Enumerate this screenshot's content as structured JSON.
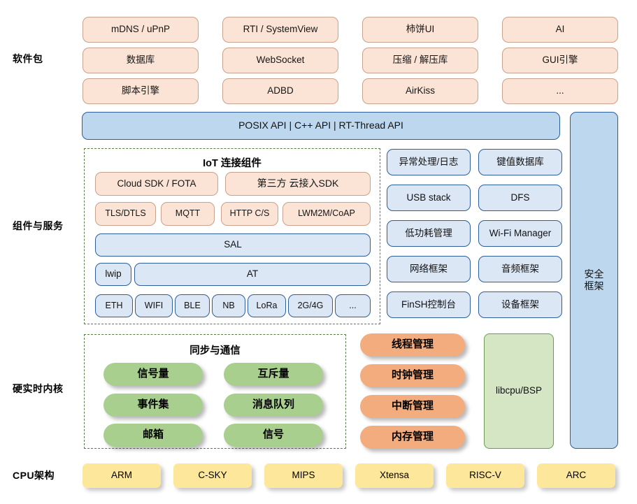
{
  "diagram": {
    "title": "RT-Thread Architecture Stack",
    "colors": {
      "peach": "#fbe3d5",
      "light_blue": "#dce7f5",
      "medium_blue": "#bdd7ee",
      "green_pill": "#a9cf8f",
      "orange_pill": "#f2ac7d",
      "green_rect": "#d4e6c3",
      "yellow": "#fce79a",
      "dash_border": "#5b7b4a"
    }
  },
  "row_labels": {
    "software_packages": "软件包",
    "components_services": "组件与服务",
    "hard_realtime_kernel": "硬实时内核",
    "cpu_arch": "CPU架构"
  },
  "software_packages": {
    "columns": [
      [
        "mDNS / uPnP",
        "数据库",
        "脚本引擎"
      ],
      [
        "RTI / SystemView",
        "WebSocket",
        "ADBD"
      ],
      [
        "柿饼UI",
        "压缩 / 解压库",
        "AirKiss"
      ],
      [
        "AI",
        "GUI引擎",
        "..."
      ]
    ]
  },
  "api_bar": {
    "label": "POSIX API  |  C++ API  |  RT-Thread API"
  },
  "security_framework": {
    "label": "安全\n框架",
    "line1": "安全",
    "line2": "框架"
  },
  "iot_group": {
    "title": "IoT 连接组件",
    "row1": [
      "Cloud SDK / FOTA",
      "第三方 云接入SDK"
    ],
    "row2": [
      "TLS/DTLS",
      "MQTT",
      "HTTP C/S",
      "LWM2M/CoAP"
    ],
    "sal": "SAL",
    "lwip": "lwip",
    "at": "AT",
    "links": [
      "ETH",
      "WIFI",
      "BLE",
      "NB",
      "LoRa",
      "2G/4G",
      "..."
    ]
  },
  "components_services": {
    "left_column": [
      "异常处理/日志",
      "USB stack",
      "低功耗管理",
      "网络框架",
      "FinSH控制台"
    ],
    "right_column": [
      "键值数据库",
      "DFS",
      "Wi-Fi Manager",
      "音频框架",
      "设备框架"
    ]
  },
  "kernel": {
    "ipc_group_title": "同步与通信",
    "ipc_left": [
      "信号量",
      "事件集",
      "邮箱"
    ],
    "ipc_right": [
      "互斥量",
      "消息队列",
      "信号"
    ],
    "management": [
      "线程管理",
      "时钟管理",
      "中断管理",
      "内存管理"
    ],
    "libcpu": "libcpu/BSP"
  },
  "cpu_arch": {
    "items": [
      "ARM",
      "C-SKY",
      "MIPS",
      "Xtensa",
      "RISC-V",
      "ARC"
    ]
  }
}
